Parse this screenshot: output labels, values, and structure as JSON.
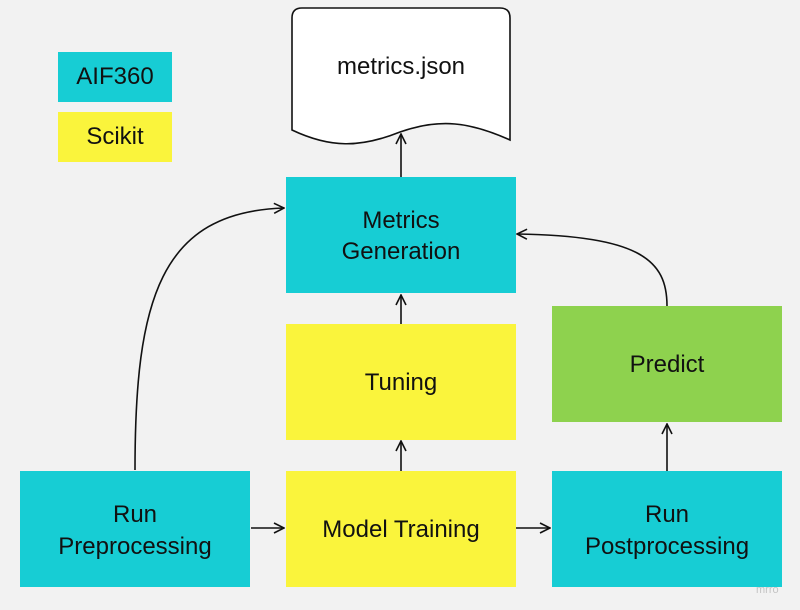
{
  "colors": {
    "aif360": "#17CDD4",
    "scikit": "#FAF43C",
    "predict": "#8ED24E",
    "document": "#FFFFFF",
    "background": "#F2F2F2"
  },
  "legend": {
    "aif360": "AIF360",
    "scikit": "Scikit"
  },
  "document": {
    "label": "metrics.json"
  },
  "nodes": {
    "metrics_generation": {
      "line1": "Metrics",
      "line2": "Generation"
    },
    "tuning": {
      "label": "Tuning"
    },
    "predict": {
      "label": "Predict"
    },
    "run_preprocessing": {
      "line1": "Run",
      "line2": "Preprocessing"
    },
    "model_training": {
      "label": "Model Training"
    },
    "run_postprocessing": {
      "line1": "Run",
      "line2": "Postprocessing"
    }
  },
  "watermark": "mrro"
}
